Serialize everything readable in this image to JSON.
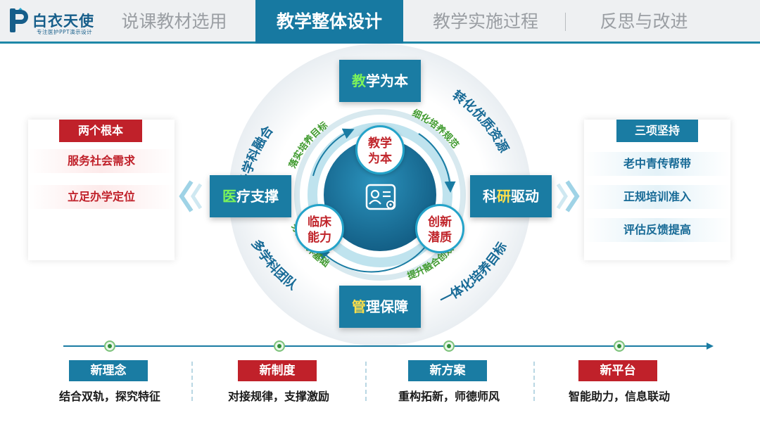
{
  "brand": {
    "name": "白衣天使",
    "tagline": "专注医护PPT演示设计"
  },
  "tabs": [
    {
      "label": "说课教材选用",
      "active": false
    },
    {
      "label": "教学整体设计",
      "active": true
    },
    {
      "label": "教学实施过程",
      "active": false
    },
    {
      "label": "反思与改进",
      "active": false
    }
  ],
  "left_panel": {
    "title": "两个根本",
    "items": [
      "服务社会需求",
      "立足办学定位"
    ]
  },
  "right_panel": {
    "title": "三项坚持",
    "items": [
      "老中青传帮带",
      "正规培训准入",
      "评估反馈提高"
    ]
  },
  "center": {
    "top_box": {
      "highlight": "教",
      "rest": "学为本"
    },
    "left_box": {
      "highlight": "医",
      "rest": "疗支撑"
    },
    "right_box": {
      "pre": "科",
      "highlight": "研",
      "rest": "驱动"
    },
    "bottom_box": {
      "highlight": "管",
      "rest": "理保障"
    },
    "bubbles": {
      "top": [
        "教学",
        "为本"
      ],
      "left": [
        "临床",
        "能力"
      ],
      "right": [
        "创新",
        "潜质"
      ]
    },
    "outer_arcs": {
      "top_left": "多学科融合",
      "top_right": "转化优质资源",
      "bottom_left": "多学科团队",
      "bottom_right": "一体化培养目标"
    },
    "inner_arcs": {
      "top_left": "落实培养目标",
      "top_right": "细化培养规范",
      "bottom_left": "夯实培养基础",
      "bottom_right": "提升融合创效"
    },
    "center_icon": "id-card-gear-icon"
  },
  "bottom": [
    {
      "tag": "新理念",
      "text": "结合双轨，探究特征",
      "color": "#1a7ca3"
    },
    {
      "tag": "新制度",
      "text": "对接规律，支撑激励",
      "color": "#c0212a"
    },
    {
      "tag": "新方案",
      "text": "重构拓新，师德师风",
      "color": "#1a7ca3"
    },
    {
      "tag": "新平台",
      "text": "智能助力，信息联动",
      "color": "#c0212a"
    }
  ],
  "colors": {
    "primary": "#1a7ca3",
    "accent_red": "#c0212a",
    "arc_green": "#2f8f3a",
    "arc_blue": "#176a96"
  }
}
